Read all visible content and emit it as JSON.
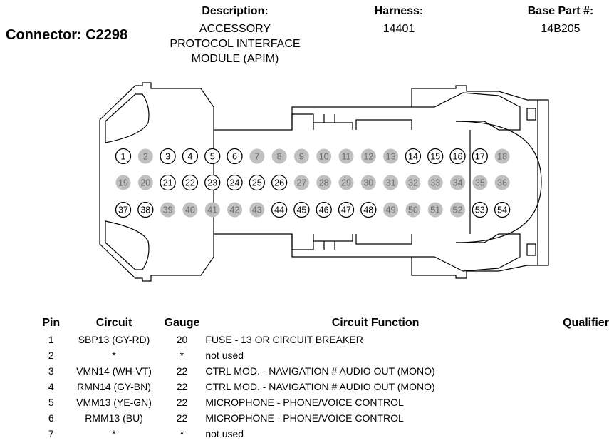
{
  "connector": {
    "title": "Connector: C2298"
  },
  "description": {
    "label": "Description:",
    "lines": [
      "ACCESSORY",
      "PROTOCOL INTERFACE",
      "MODULE (APIM)"
    ]
  },
  "harness": {
    "label": "Harness:",
    "value": "14401"
  },
  "base_part": {
    "label": "Base Part #:",
    "value": "14B205"
  },
  "pin_rows": [
    [
      1,
      2,
      3,
      4,
      5,
      6,
      7,
      8,
      9,
      10,
      11,
      12,
      13,
      14,
      15,
      16,
      17,
      18
    ],
    [
      19,
      20,
      21,
      22,
      23,
      24,
      25,
      26,
      27,
      28,
      29,
      30,
      31,
      32,
      33,
      34,
      35,
      36
    ],
    [
      37,
      38,
      39,
      40,
      41,
      42,
      43,
      44,
      45,
      46,
      47,
      48,
      49,
      50,
      51,
      52,
      53,
      54
    ]
  ],
  "unused_pins": [
    2,
    7,
    8,
    9,
    10,
    11,
    12,
    13,
    18,
    19,
    20,
    27,
    28,
    29,
    30,
    31,
    32,
    33,
    34,
    35,
    36,
    39,
    40,
    41,
    42,
    43,
    49,
    50,
    51,
    52
  ],
  "colors": {
    "used_pin_fill": "#ffffff",
    "unused_pin_fill": "#c0c0c0",
    "outline": "#000000",
    "unused_text": "#6a6a6a"
  },
  "table": {
    "headers": {
      "pin": "Pin",
      "circuit": "Circuit",
      "gauge": "Gauge",
      "function": "Circuit Function",
      "qualifier": "Qualifier"
    },
    "rows": [
      {
        "pin": "1",
        "circuit": "SBP13 (GY-RD)",
        "gauge": "20",
        "function": "FUSE - 13 OR CIRCUIT BREAKER",
        "qualifier": ""
      },
      {
        "pin": "2",
        "circuit": "*",
        "gauge": "*",
        "function": "not used",
        "qualifier": ""
      },
      {
        "pin": "3",
        "circuit": "VMN14 (WH-VT)",
        "gauge": "22",
        "function": "CTRL MOD. - NAVIGATION # AUDIO OUT (MONO)",
        "qualifier": ""
      },
      {
        "pin": "4",
        "circuit": "RMN14 (GY-BN)",
        "gauge": "22",
        "function": "CTRL MOD. - NAVIGATION # AUDIO OUT (MONO)",
        "qualifier": ""
      },
      {
        "pin": "5",
        "circuit": "VMM13 (YE-GN)",
        "gauge": "22",
        "function": "MICROPHONE - PHONE/VOICE CONTROL",
        "qualifier": ""
      },
      {
        "pin": "6",
        "circuit": "RMM13 (BU)",
        "gauge": "22",
        "function": "MICROPHONE - PHONE/VOICE CONTROL",
        "qualifier": ""
      },
      {
        "pin": "7",
        "circuit": "*",
        "gauge": "*",
        "function": "not used",
        "qualifier": ""
      }
    ]
  }
}
